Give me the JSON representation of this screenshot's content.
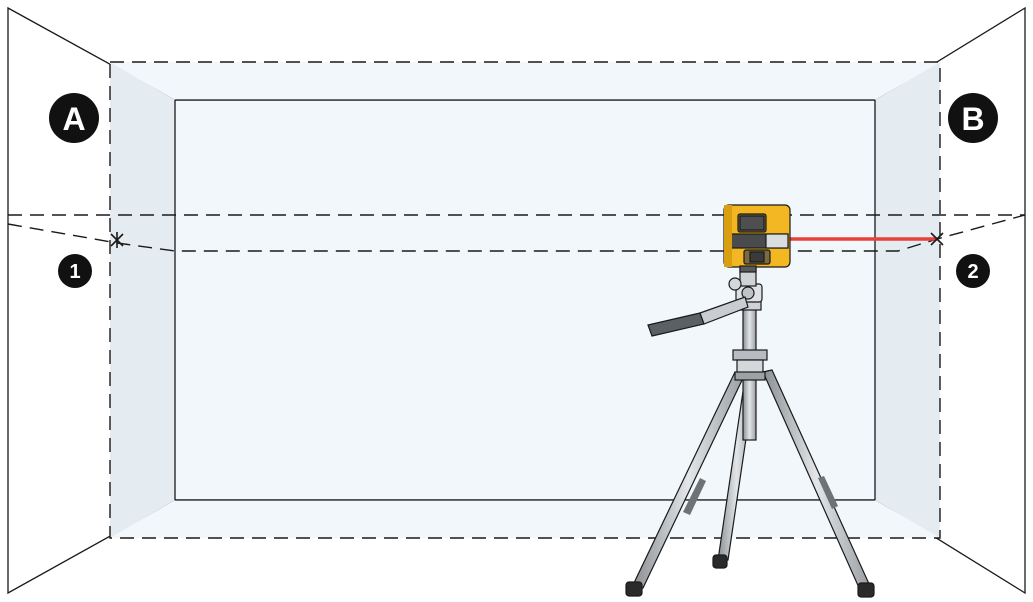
{
  "walls": {
    "left_label": "A",
    "right_label": "B"
  },
  "marks": {
    "first_label": "1",
    "second_label": "2"
  },
  "colors": {
    "outline": "#1a1a1a",
    "wall_fill": "#ffffff",
    "room_fill": "#f1f7fb",
    "shade_fill": "#e4ebf1",
    "laser": "#e8403a",
    "laser_body": "#f2b722",
    "badge": "#111111"
  },
  "icons": {
    "mark": "x-mark-icon",
    "device": "laser-level-icon",
    "stand": "tripod-icon"
  }
}
